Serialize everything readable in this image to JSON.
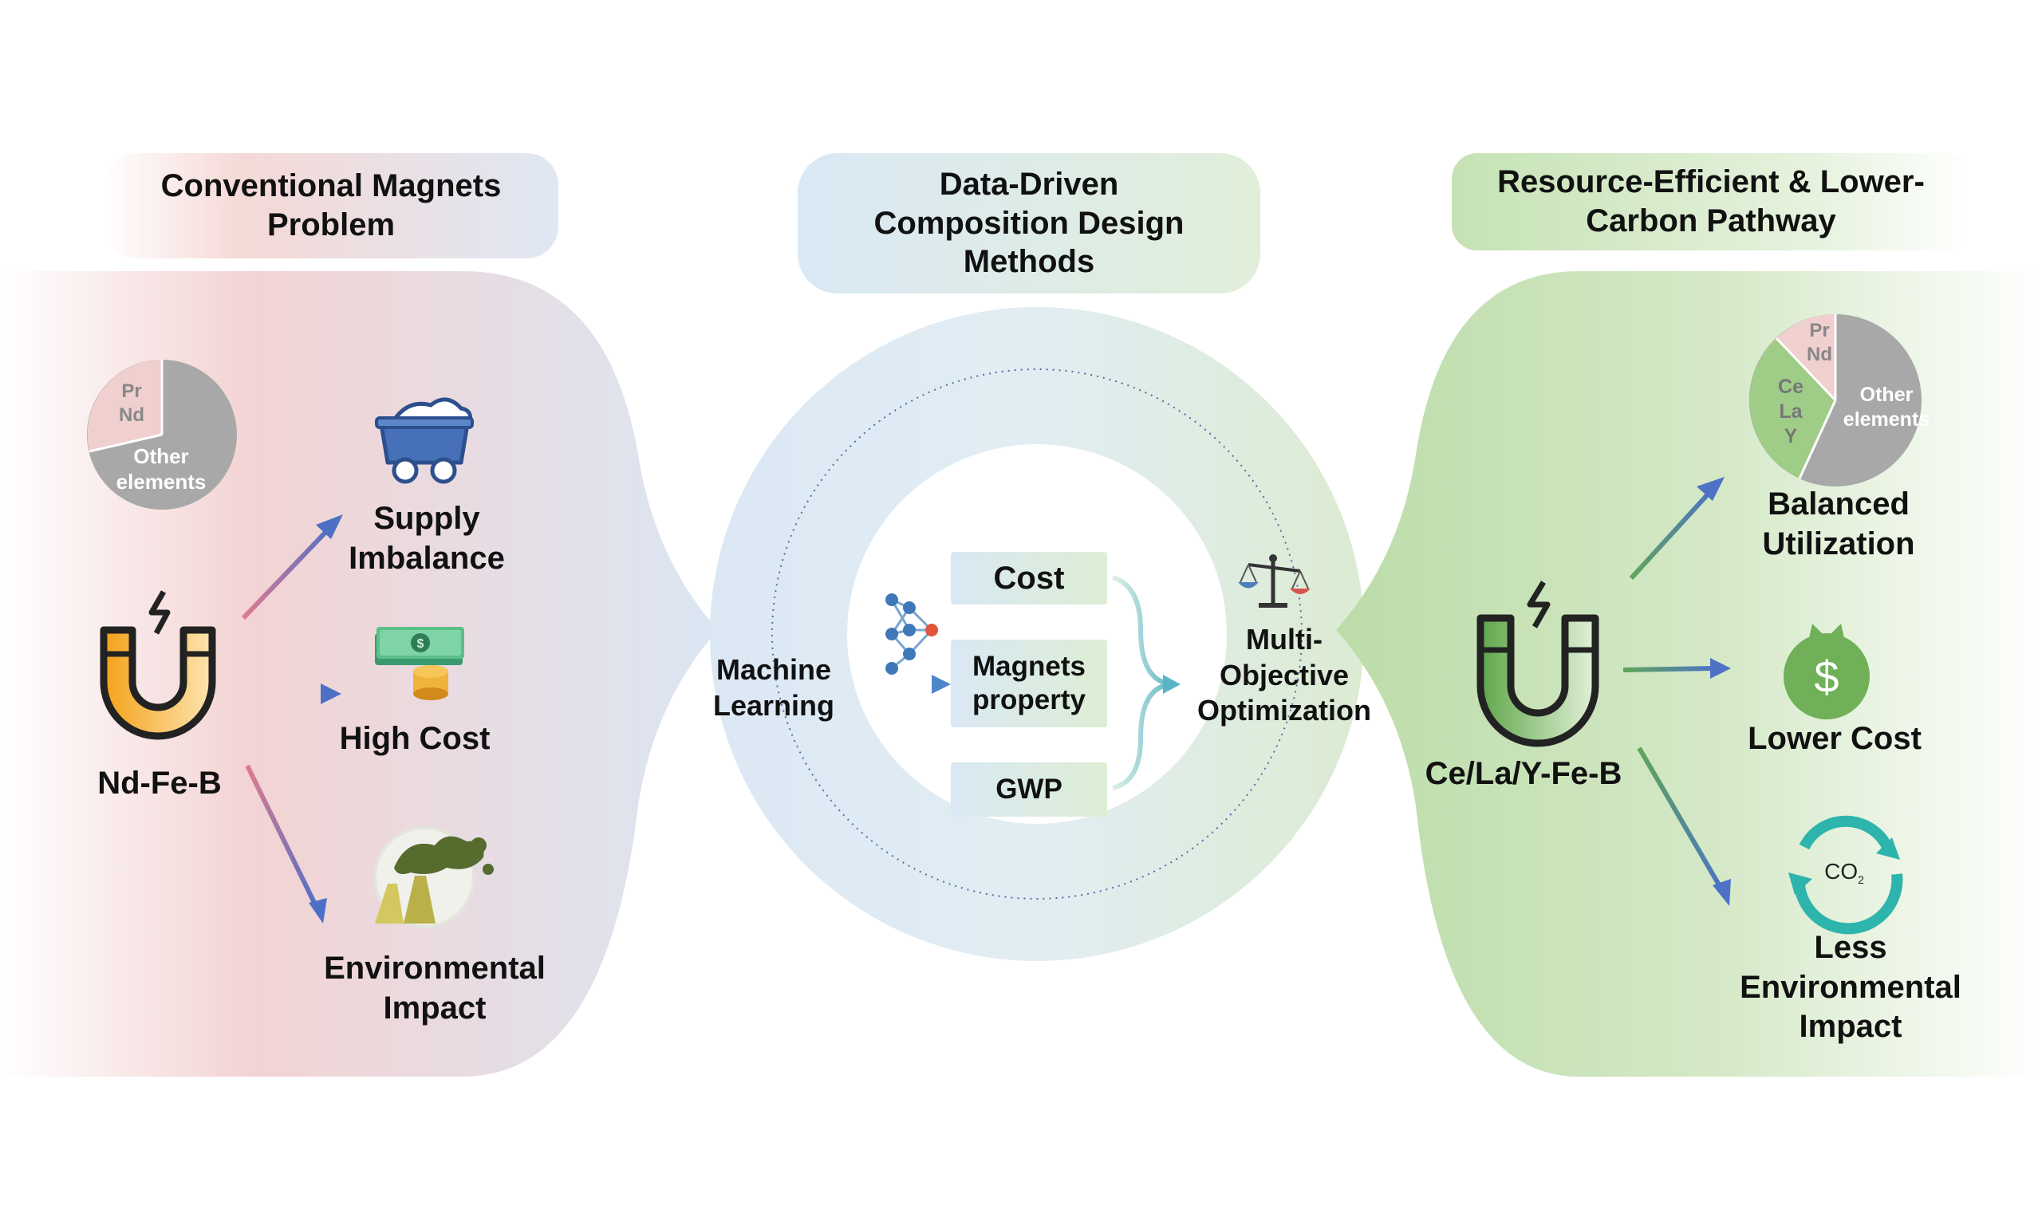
{
  "headers": {
    "left": "Conventional Magnets\nProblem",
    "center": "Data-Driven\nComposition Design\nMethods",
    "right": "Resource-Efficient & Lower-\nCarbon Pathway"
  },
  "left_panel": {
    "magnet_label": "Nd-Fe-B",
    "pie": {
      "segment_labels": [
        "Pr\nNd",
        "Other\nelements"
      ],
      "colors": [
        "#f0cfcf",
        "#a8a8a8"
      ]
    },
    "problems": [
      "Supply\nImbalance",
      "High Cost",
      "Environmental\nImpact"
    ]
  },
  "center_panel": {
    "ml_label": "Machine\nLearning",
    "objectives": [
      "Cost",
      "Magnets\nproperty",
      "GWP"
    ],
    "moo_label": "Multi-\nObjective\nOptimization"
  },
  "right_panel": {
    "magnet_label": "Ce/La/Y-Fe-B",
    "pie": {
      "segment_labels": [
        "Pr\nNd",
        "Ce\nLa\nY",
        "Other\nelements"
      ],
      "colors": [
        "#f0cfcf",
        "#9fcd88",
        "#a8a8a8"
      ]
    },
    "benefits": [
      "Balanced\nUtilization",
      "Lower Cost",
      "Less\nEnvironmental\nImpact"
    ],
    "co2_text": "CO",
    "co2_subscript": "2",
    "dollar_sign": "$"
  },
  "colors": {
    "pink_panel": "#f3d3d3",
    "blue_panel": "#dbe8f4",
    "green_panel": "#c6e2b6",
    "magnet_orange": "#f2a31d",
    "magnet_green": "#76b35f",
    "arrow_blue": "#4d73c4",
    "arrow_pink": "#d9708c",
    "arrow_green": "#5ea35c"
  }
}
